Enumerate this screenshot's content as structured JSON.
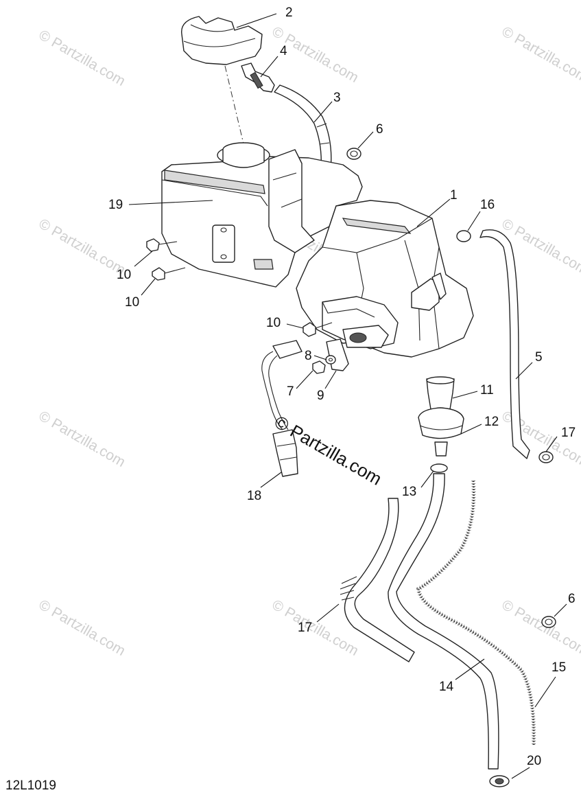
{
  "diagram": {
    "drawing_code": "12L1019",
    "watermark": "© Partzilla.com",
    "callouts": [
      "1",
      "2",
      "3",
      "4",
      "5",
      "6",
      "6",
      "7",
      "8",
      "9",
      "10",
      "10",
      "10",
      "11",
      "12",
      "13",
      "14",
      "15",
      "16",
      "17",
      "17",
      "18",
      "19",
      "20"
    ]
  }
}
